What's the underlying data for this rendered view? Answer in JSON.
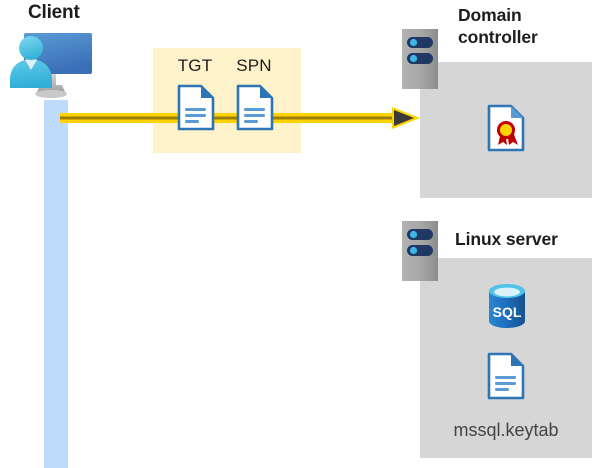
{
  "diagram": {
    "title": "Kerberos SPN/TGT flow from client to domain controller and Linux server",
    "background": "#ffffff",
    "colors": {
      "lifeline": "#bfdbfb",
      "message_band": "#fdf2c9",
      "arrow": "#ffd300",
      "arrow_core": "#9c7d00",
      "arrow_head": "#3b3b3b",
      "panel": "#d6d6d6",
      "tower": "#a6a6a6",
      "tower_bar": "#1f3864",
      "tower_led": "#41b6e6",
      "doc_border": "#2e75b6",
      "doc_lines": "#5b9bd5",
      "sql_body": "#1f6fc0",
      "sql_top": "#4fc3e8",
      "seal_ribbon": "#c00000",
      "seal_center": "#ffd400",
      "text": "#1d1d1d",
      "text_muted": "#444444"
    }
  },
  "client": {
    "label": "Client",
    "icon": "user-monitor-icon",
    "lifeline_name": "client-lifeline"
  },
  "message": {
    "band_name": "tgt-spn-message-band",
    "documents": [
      {
        "label": "TGT",
        "icon": "document-icon"
      },
      {
        "label": "SPN",
        "icon": "document-icon"
      }
    ],
    "arrow": {
      "name": "client-to-dc-arrow",
      "direction": "right",
      "color": "#ffd300"
    }
  },
  "domain_controller": {
    "title_line1": "Domain",
    "title_line2": "controller",
    "tower_icon": "server-tower-icon",
    "contents": [
      {
        "icon": "certificate-document-icon",
        "label": ""
      }
    ]
  },
  "linux_server": {
    "title": "Linux server",
    "tower_icon": "server-tower-icon",
    "contents": [
      {
        "icon": "sql-database-icon",
        "label": "SQL"
      },
      {
        "icon": "document-icon",
        "label": "mssql.keytab"
      }
    ],
    "file_name": "mssql.keytab",
    "sql_label": "SQL"
  }
}
